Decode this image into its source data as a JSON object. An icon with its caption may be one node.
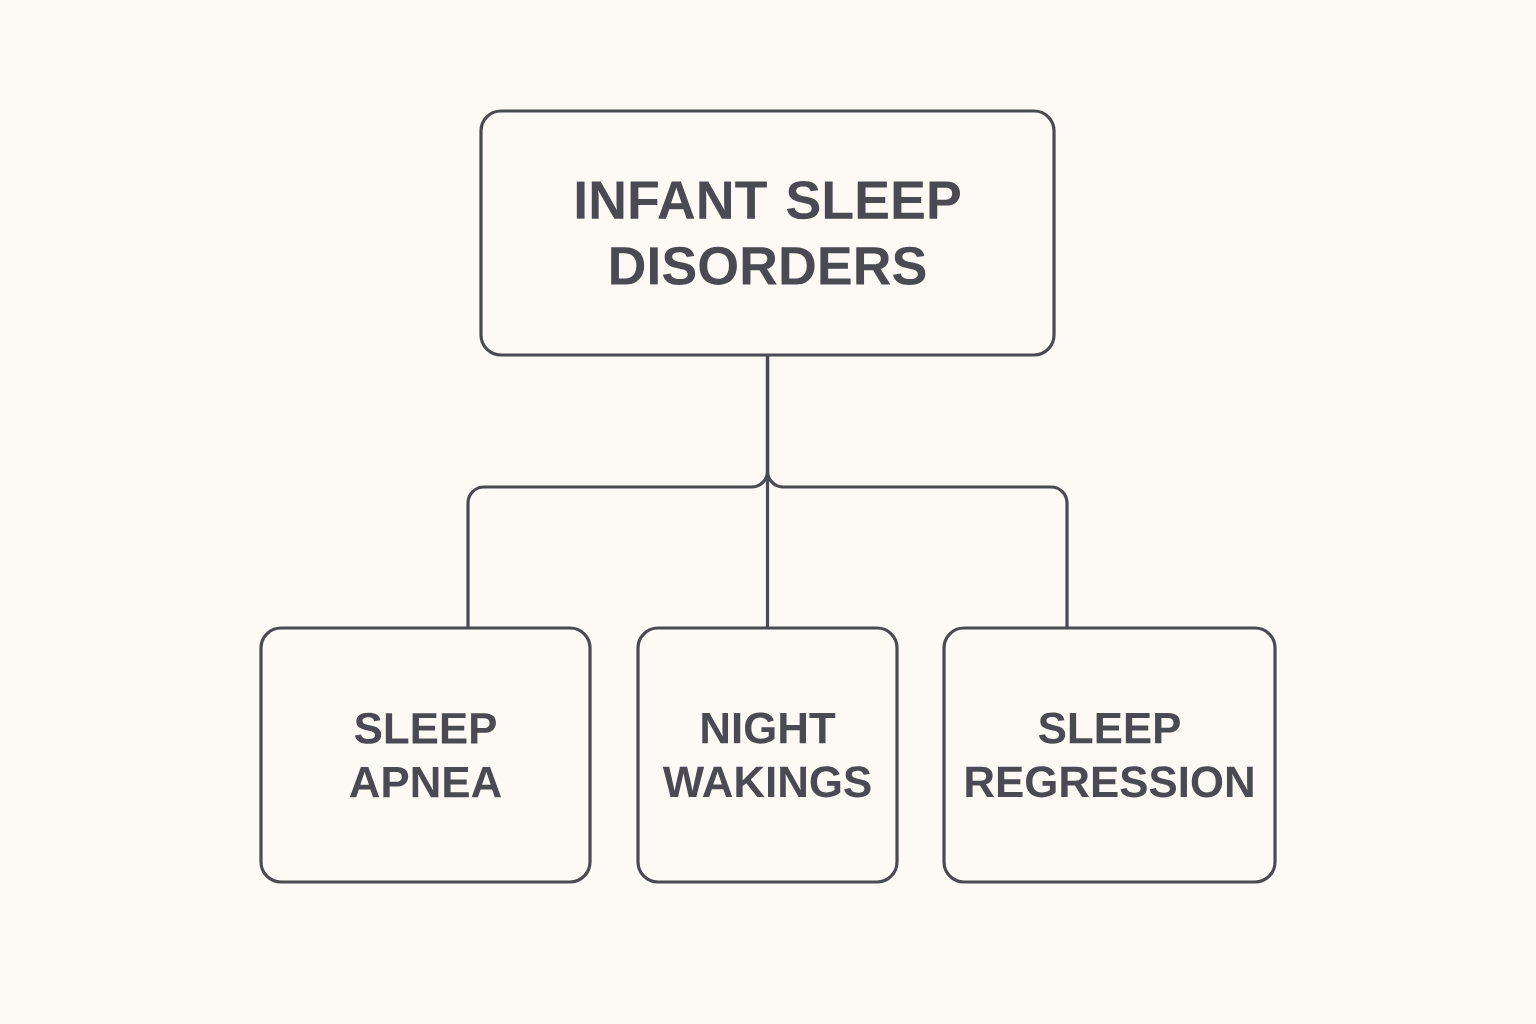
{
  "diagram": {
    "nodes": [
      {
        "text": [
          "INFANT SLEEP DISORDERS"
        ]
      },
      {
        "text": [
          "SLEEP APNEA"
        ]
      },
      {
        "text": [
          "NIGHT WAKINGS"
        ]
      },
      {
        "text": [
          "SLEEP REGRESSION"
        ]
      }
    ],
    "edges": [
      {
        "from": 0,
        "to": 1,
        "arrow": "none"
      },
      {
        "from": 0,
        "to": 2,
        "arrow": "none"
      },
      {
        "from": 0,
        "to": 3,
        "arrow": "none"
      }
    ]
  }
}
